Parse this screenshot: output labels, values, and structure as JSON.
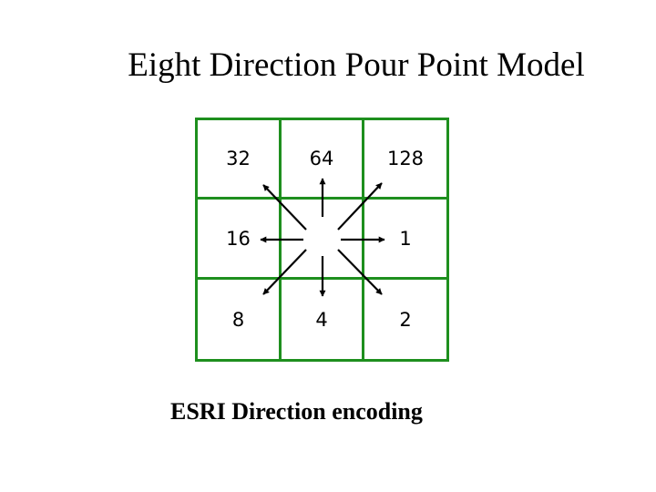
{
  "title": "Eight Direction Pour Point Model",
  "grid": {
    "rows": [
      [
        "32",
        "64",
        "128"
      ],
      [
        "16",
        "",
        "1"
      ],
      [
        "8",
        "4",
        "2"
      ]
    ],
    "line_color": "#1e8f1e"
  },
  "arrows": [
    "up-left",
    "up",
    "up-right",
    "left",
    "right",
    "down-left",
    "down",
    "down-right"
  ],
  "caption": "ESRI Direction encoding"
}
